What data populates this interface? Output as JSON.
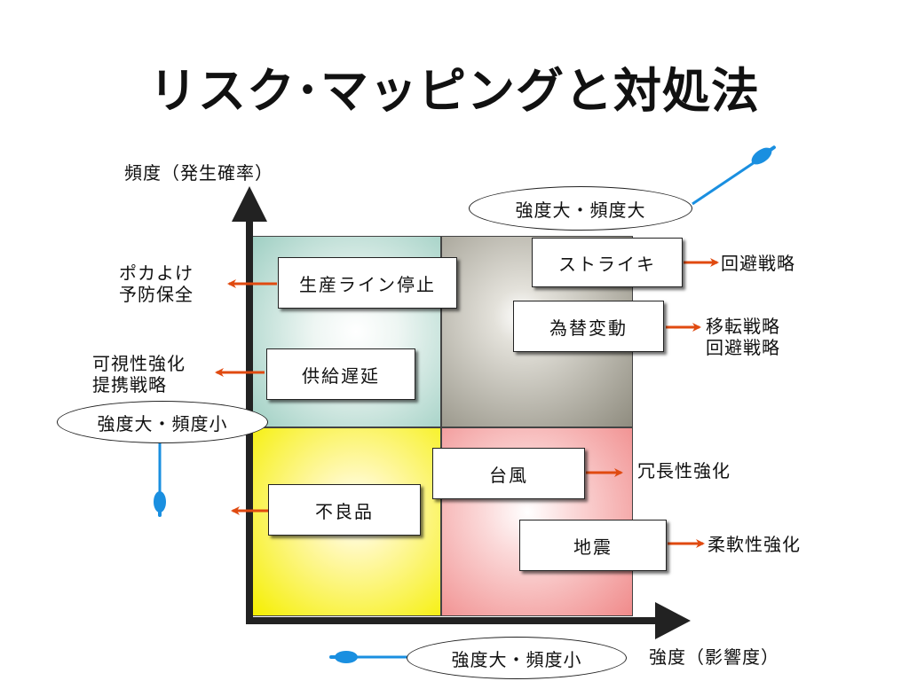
{
  "title": "リスク･マッピングと対処法",
  "axes": {
    "y_label": "頻度（発生確率）",
    "x_label": "強度（影響度）"
  },
  "ellipses": {
    "top_right": "強度大・頻度大",
    "left": "強度大・頻度小",
    "bottom": "強度大・頻度小"
  },
  "boxes": {
    "line_stop": "生産ライン停止",
    "supply_delay": "供給遅延",
    "defects": "不良品",
    "strike": "ストライキ",
    "fx": "為替変動",
    "typhoon": "台風",
    "earthquake": "地震"
  },
  "strategies": {
    "line_stop": [
      "ポカよけ",
      "予防保全"
    ],
    "supply_delay": [
      "可視性強化",
      "提携戦略"
    ],
    "strike": [
      "回避戦略"
    ],
    "fx": [
      "移転戦略",
      "回避戦略"
    ],
    "typhoon": [
      "冗長性強化"
    ],
    "earthquake": [
      "柔軟性強化"
    ]
  },
  "colors": {
    "arrow": "#e04a10",
    "pointer": "#1a8fe0",
    "axis": "#222222",
    "quadrant_top_left": "#9fcfc3",
    "quadrant_top_right": "#8f8c7f",
    "quadrant_bottom_left": "#f5ef00",
    "quadrant_bottom_right": "#f08a8a"
  }
}
